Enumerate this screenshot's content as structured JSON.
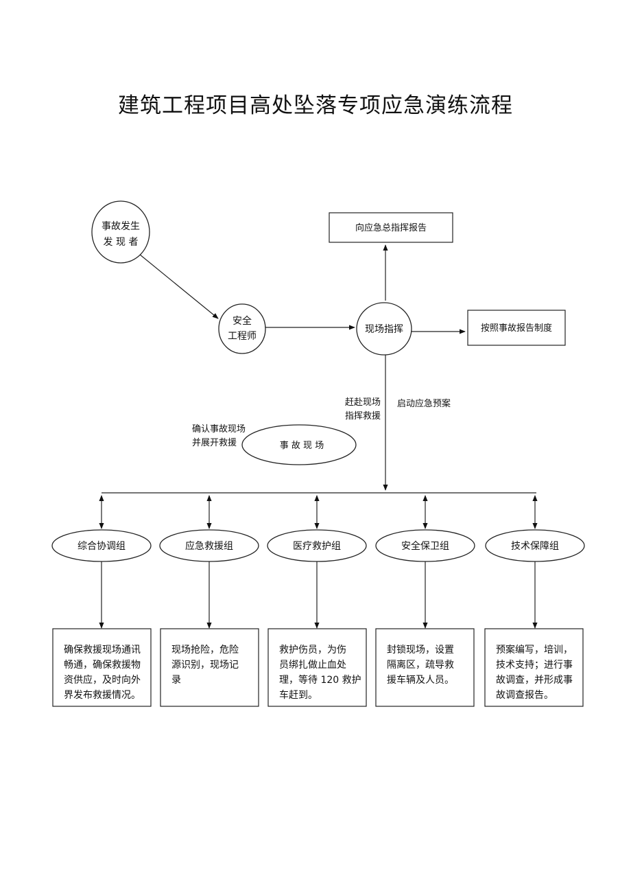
{
  "title": "建筑工程项目高处坠落专项应急演练流程",
  "nodes": {
    "discoverer": [
      "事故发生",
      "发 现 者"
    ],
    "safety_engineer": [
      "安全",
      "工程师"
    ],
    "site_commander": "现场指挥",
    "report_emergency": "向应急总指挥报告",
    "report_system": "按照事故报告制度",
    "accident_site": "事 故 现 场"
  },
  "labels": {
    "rush_to_site": [
      "赶赴现场",
      "指挥救援"
    ],
    "start_plan": "启动应急预案",
    "confirm_site": [
      "确认事故现场",
      "并展开救援"
    ]
  },
  "groups": [
    {
      "name": "综合协调组",
      "duty": [
        "确保救援现场通讯",
        "畅通，确保救援物",
        "资供应，及时向外",
        "界发布救援情况。"
      ]
    },
    {
      "name": "应急救援组",
      "duty": [
        "现场抢险，危险",
        "源识别，现场记",
        "录"
      ]
    },
    {
      "name": "医疗救护组",
      "duty": [
        "救护伤员，为伤",
        "员绑扎做止血处",
        "理，等待 120 救护",
        "车赶到。"
      ]
    },
    {
      "name": "安全保卫组",
      "duty": [
        "封锁现场，设置",
        "隔离区，疏导救",
        "援车辆及人员。"
      ]
    },
    {
      "name": "技术保障组",
      "duty": [
        "预案编写，培训，",
        "技术支持；进行事",
        "故调查，并形成事",
        "故调查报告。"
      ]
    }
  ]
}
